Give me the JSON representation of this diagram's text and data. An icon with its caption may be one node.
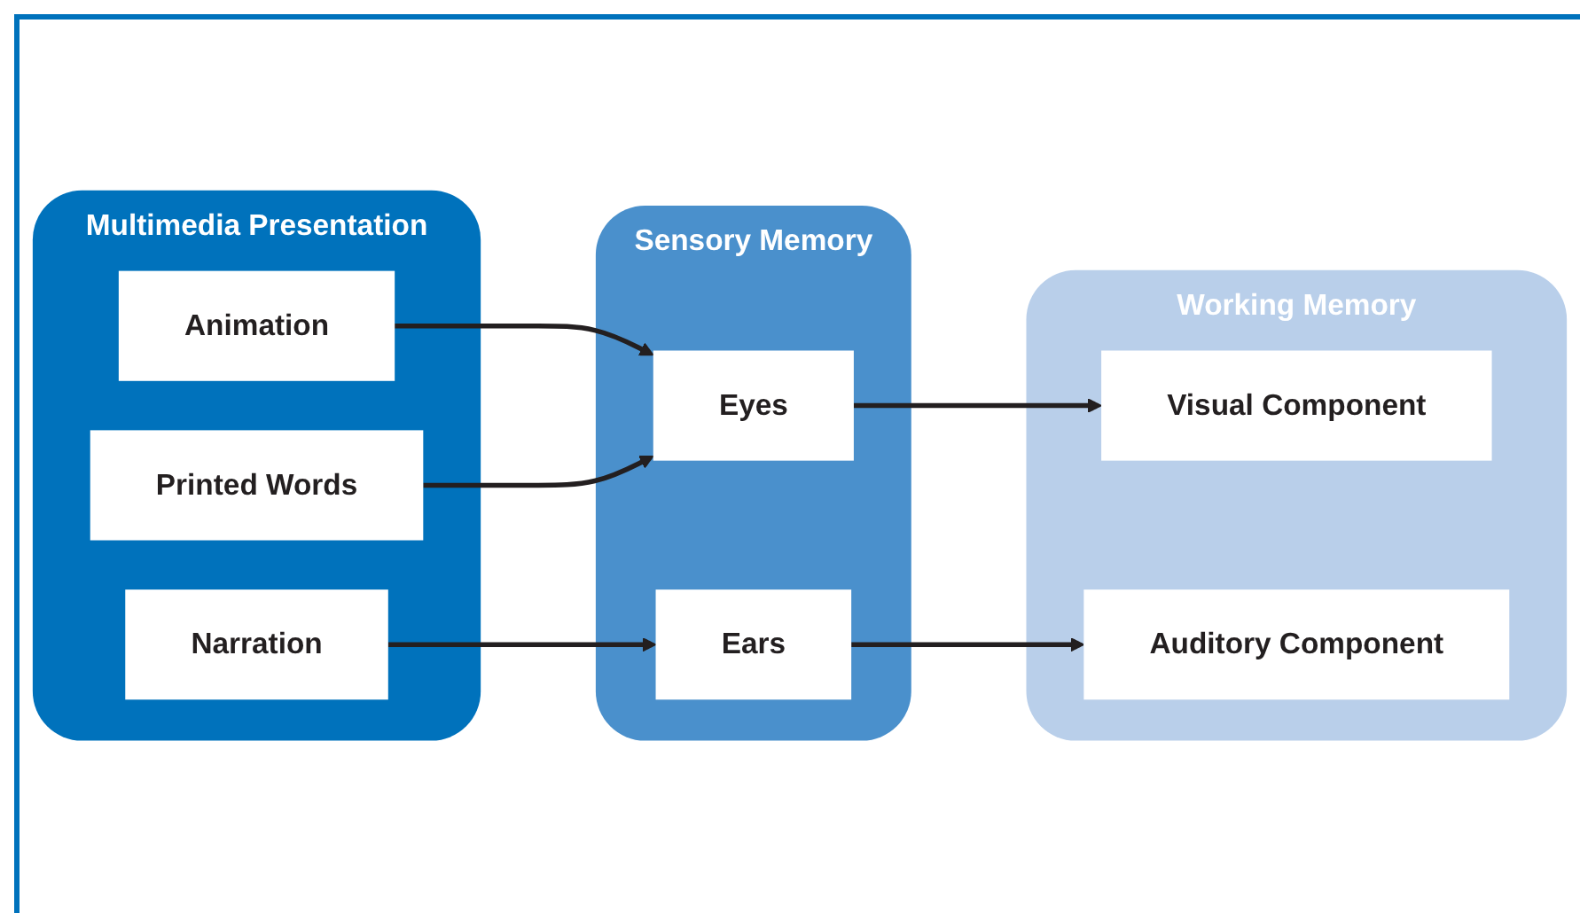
{
  "diagram": {
    "nodes": [
      {
        "text": [
          "Multimedia Presentation"
        ]
      },
      {
        "text": [
          "Animation"
        ],
        "in": 0
      },
      {
        "text": [
          "Printed Words"
        ],
        "in": 0
      },
      {
        "text": [
          "Narration"
        ],
        "in": 0
      },
      {
        "text": [
          "Sensory Memory"
        ]
      },
      {
        "text": [
          "Eyes"
        ],
        "in": 4
      },
      {
        "text": [
          "Ears"
        ],
        "in": 4
      },
      {
        "text": [
          "Working Memory"
        ]
      },
      {
        "text": [
          "Visual Component"
        ],
        "in": 7
      },
      {
        "text": [
          "Auditory Component"
        ],
        "in": 7
      }
    ],
    "edges": [
      {
        "from": 1,
        "to": 5,
        "arrow": "to"
      },
      {
        "from": 2,
        "to": 5,
        "arrow": "to"
      },
      {
        "from": 3,
        "to": 6,
        "arrow": "to"
      },
      {
        "from": 5,
        "to": 8,
        "arrow": "to"
      },
      {
        "from": 6,
        "to": 9,
        "arrow": "to"
      }
    ]
  }
}
